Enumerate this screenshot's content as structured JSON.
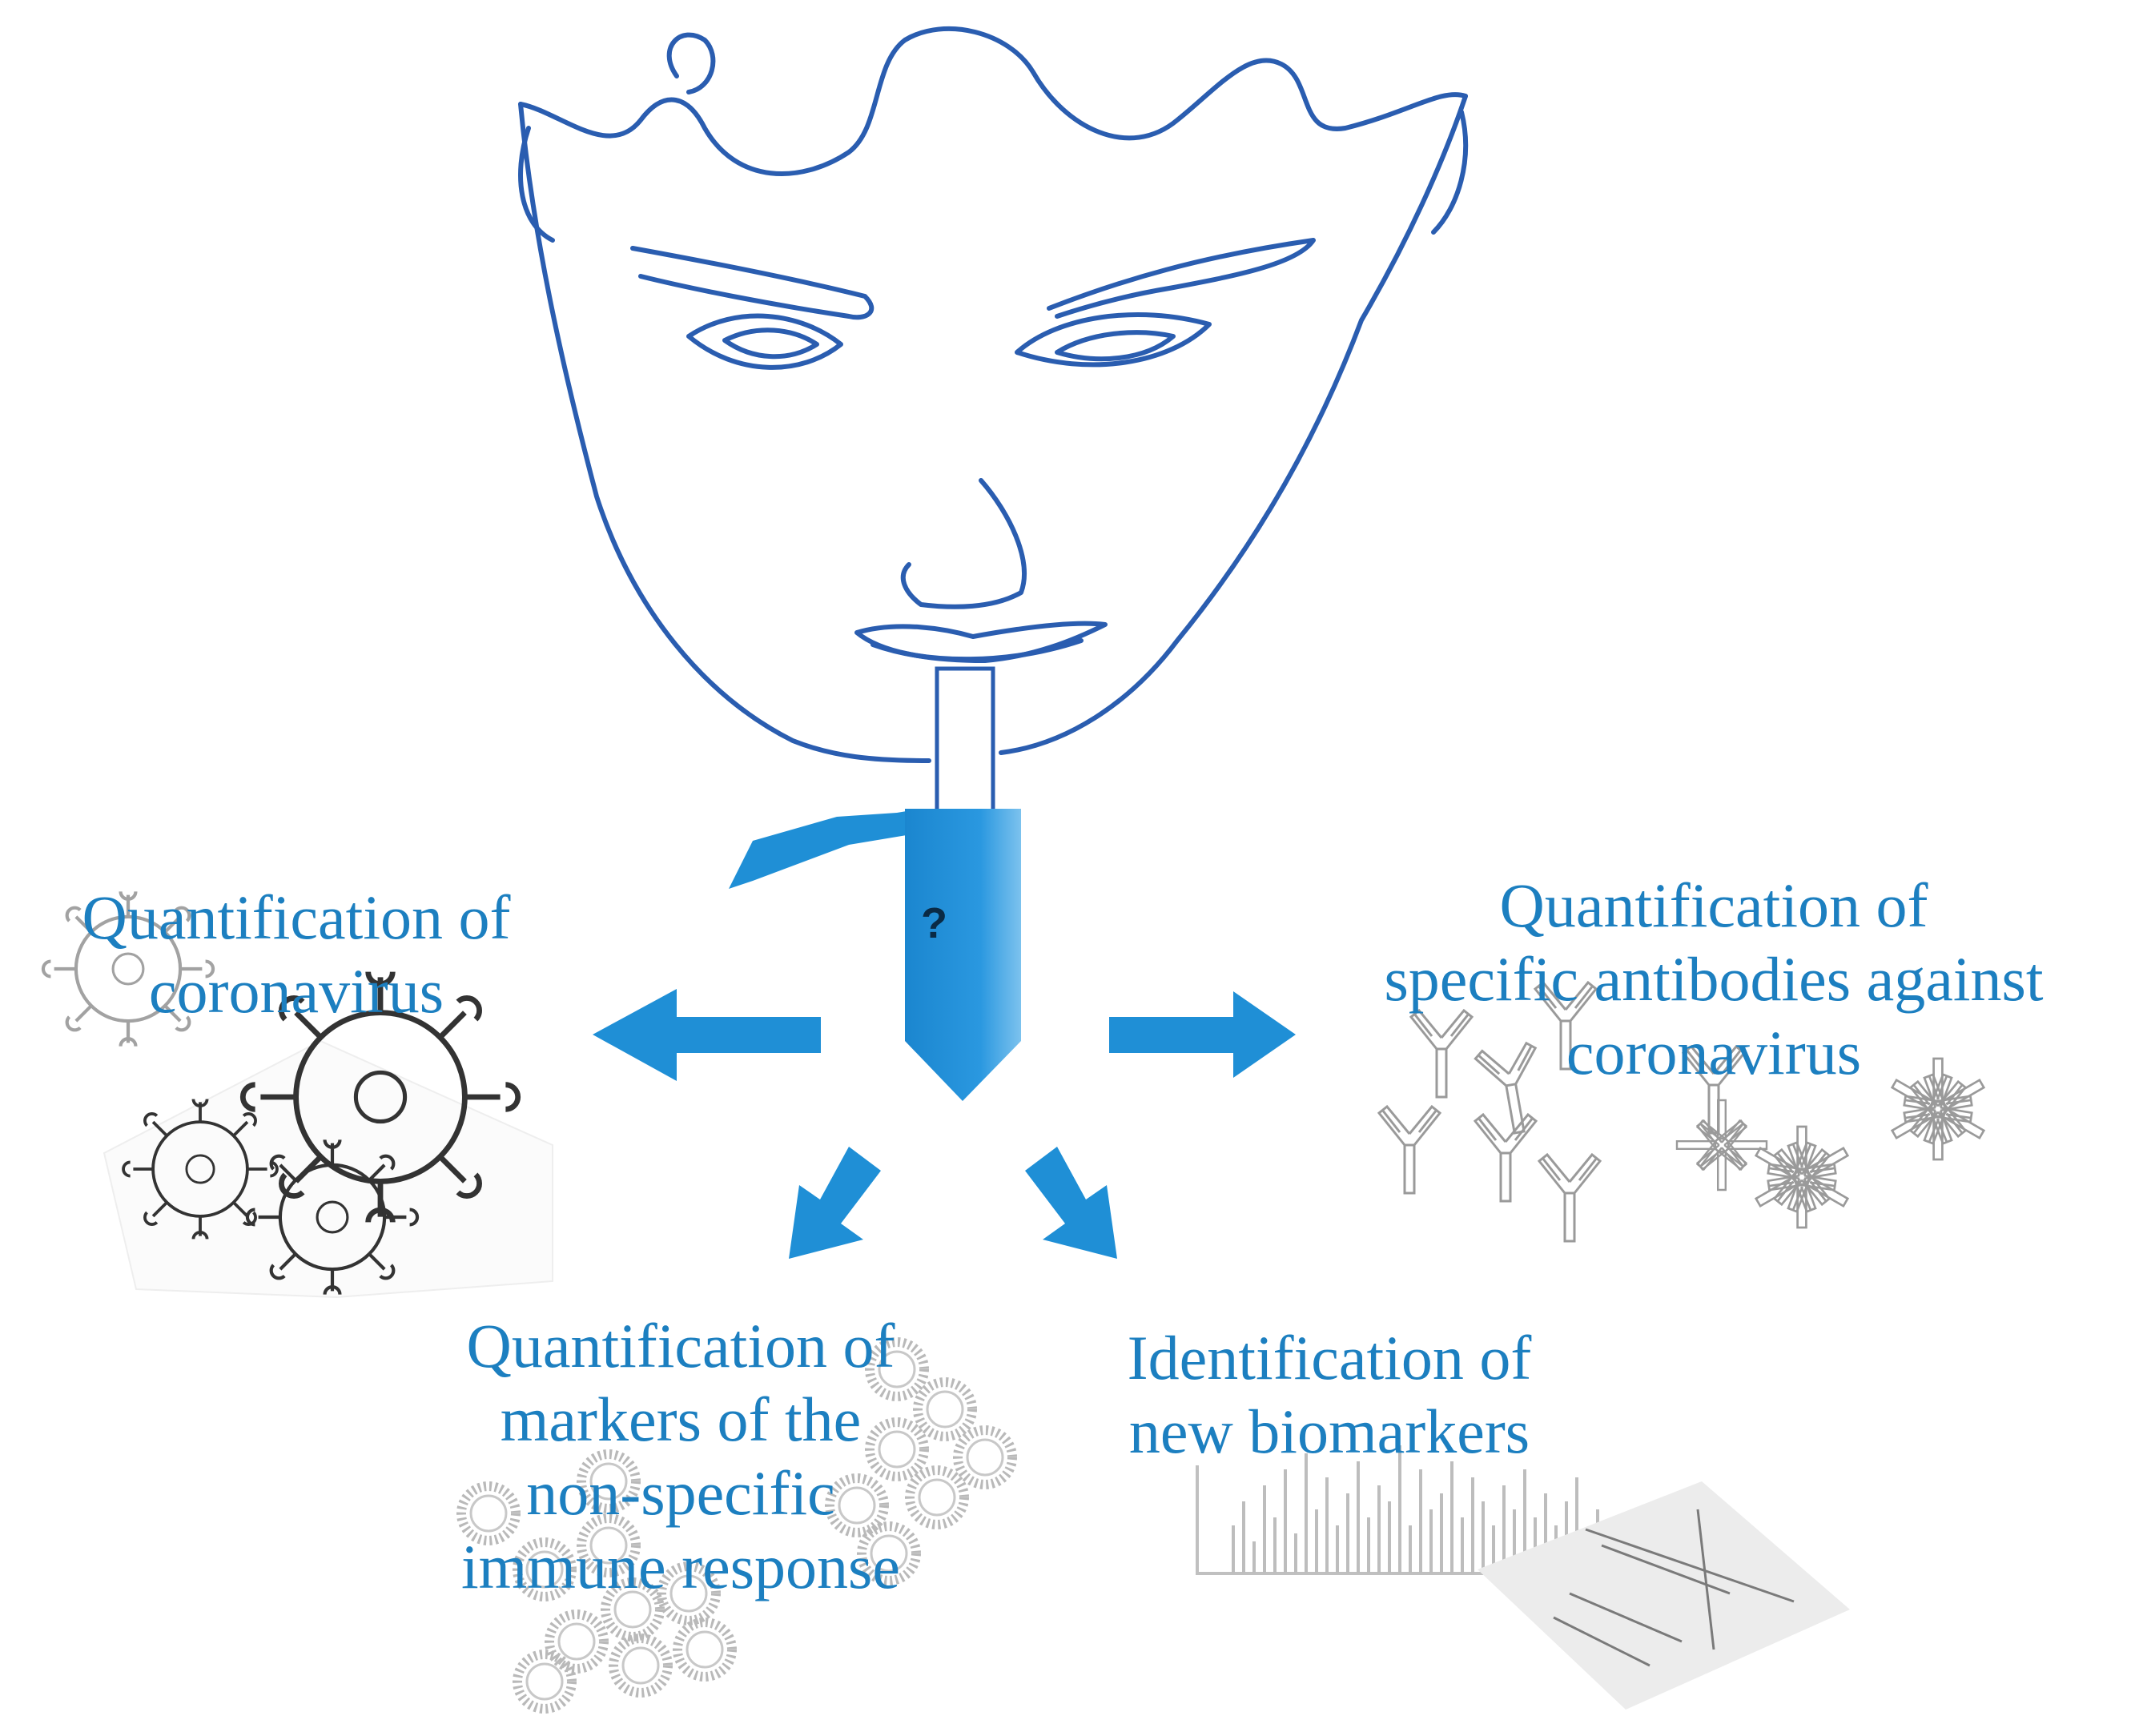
{
  "tube": {
    "mark": "?"
  },
  "labels": {
    "coronavirus": [
      "Quantification of",
      "coronavirus"
    ],
    "antibodies": [
      "Quantification of",
      "specific antibodies against",
      "coronavirus"
    ],
    "immune": [
      "Quantification of",
      "markers of the",
      "non-specific",
      "immune response"
    ],
    "biomarkers": [
      "Identification of",
      "new biomarkers"
    ]
  },
  "colors": {
    "face_line": "#2a5db0",
    "arrow": "#1f8fd6",
    "text": "#1c7fc0",
    "virus_line": "#333333",
    "antibody_line": "#9a9a9a",
    "particle_line": "#b5b5b5"
  },
  "icons": [
    "face-sketch",
    "sample-tube",
    "arrow-left",
    "arrow-right",
    "arrow-down-left",
    "arrow-down-right",
    "coronavirus-sketch",
    "antibody-cluster",
    "immune-particles",
    "spectrum-chart",
    "gel-blot"
  ]
}
